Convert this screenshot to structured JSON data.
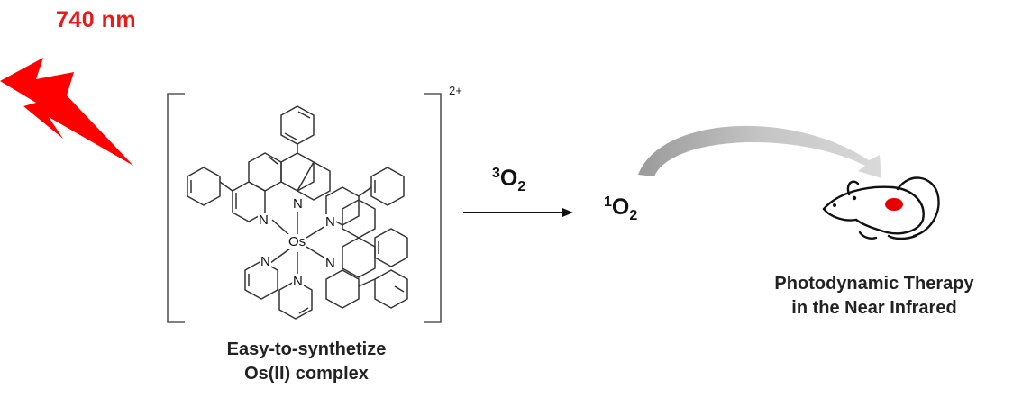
{
  "wavelength_label": "740 nm",
  "complex": {
    "charge": "2+",
    "metal_label": "Os",
    "nitrogen_label": "N",
    "caption_line1": "Easy-to-synthetize",
    "caption_line2": "Os(II) complex"
  },
  "reaction": {
    "reactant_sup": "3",
    "reactant_species": "O",
    "reactant_sub": "2",
    "product_sup": "1",
    "product_species": "O",
    "product_sub": "2"
  },
  "application": {
    "caption_line1": "Photodynamic Therapy",
    "caption_line2": "in the Near Infrared"
  },
  "colors": {
    "light_red": "#ff0000",
    "wavelength_text": "#e41c1c",
    "curved_arrow": "#b8b8b8",
    "tumor": "#e60000"
  },
  "icons": [
    "lightning-bolt-icon",
    "mouse-icon"
  ]
}
